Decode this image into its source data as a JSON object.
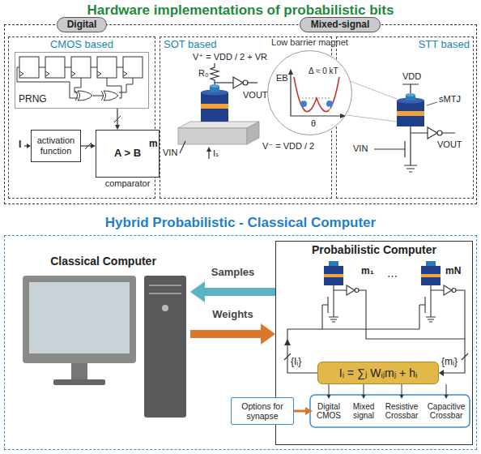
{
  "diagram": {
    "nodes": [
      {
        "text": [
          "Hardware implementations of probabilistic bits"
        ]
      },
      {
        "text": [
          "Digital"
        ],
        "in": 0
      },
      {
        "text": [
          "Mixed-signal"
        ],
        "in": 0
      },
      {
        "text": [
          "CMOS based"
        ],
        "in": 0
      },
      {
        "text": [
          "PRNG"
        ],
        "in": 3
      },
      {
        "text": [
          "activation function"
        ],
        "in": 3
      },
      {
        "text": [
          "A > B",
          "comparator"
        ],
        "in": 3
      },
      {
        "text": [
          "SOT based"
        ],
        "in": 0
      },
      {
        "text": [
          "STT based"
        ],
        "in": 0
      },
      {
        "text": [
          "Low barrier magnet"
        ],
        "in": 0
      },
      {
        "text": [
          "Hybrid Probabilistic - Classical Computer"
        ]
      },
      {
        "text": [
          "Classical Computer"
        ],
        "in": 10
      },
      {
        "text": [
          "Probabilistic Computer"
        ],
        "in": 10
      },
      {
        "text": [
          "Iᵢ = ∑ⱼ Wᵢⱼmⱼ + hᵢ"
        ],
        "in": 12
      },
      {
        "text": [
          "Options for synapse"
        ],
        "in": 10
      },
      {
        "text": [
          "Digital CMOS"
        ],
        "in": 12
      },
      {
        "text": [
          "Mixed signal"
        ],
        "in": 12
      },
      {
        "text": [
          "Resistive Crossbar"
        ],
        "in": 12
      },
      {
        "text": [
          "Capacitive Crossbar"
        ],
        "in": 12
      }
    ],
    "edges": [
      {
        "from": 4,
        "to": 6,
        "arrow": "to"
      },
      {
        "from": 5,
        "to": 6,
        "arrow": "to"
      },
      {
        "from": 12,
        "to": 11,
        "arrow": "to",
        "label": "Samples"
      },
      {
        "from": 11,
        "to": 12,
        "arrow": "to",
        "label": "Weights"
      },
      {
        "from": 13,
        "to": 15,
        "arrow": "to"
      },
      {
        "from": 13,
        "to": 16,
        "arrow": "to"
      },
      {
        "from": 13,
        "to": 17,
        "arrow": "to"
      },
      {
        "from": 13,
        "to": 18,
        "arrow": "to"
      },
      {
        "from": 14,
        "to": 15,
        "arrow": "to"
      }
    ],
    "labels": [
      "I",
      "m",
      "V⁺ = VDD / 2 + VR",
      "R₀",
      "VOUT",
      "VIN",
      "V⁻ = VDD / 2",
      "Iₛ",
      "EB",
      "Δ ≈ 0 kT",
      "θ",
      "VDD",
      "sMTJ",
      "VOUT",
      "VIN",
      "m₁",
      "⋯",
      "mN",
      "{Iᵢ}",
      "{mᵢ}"
    ]
  }
}
